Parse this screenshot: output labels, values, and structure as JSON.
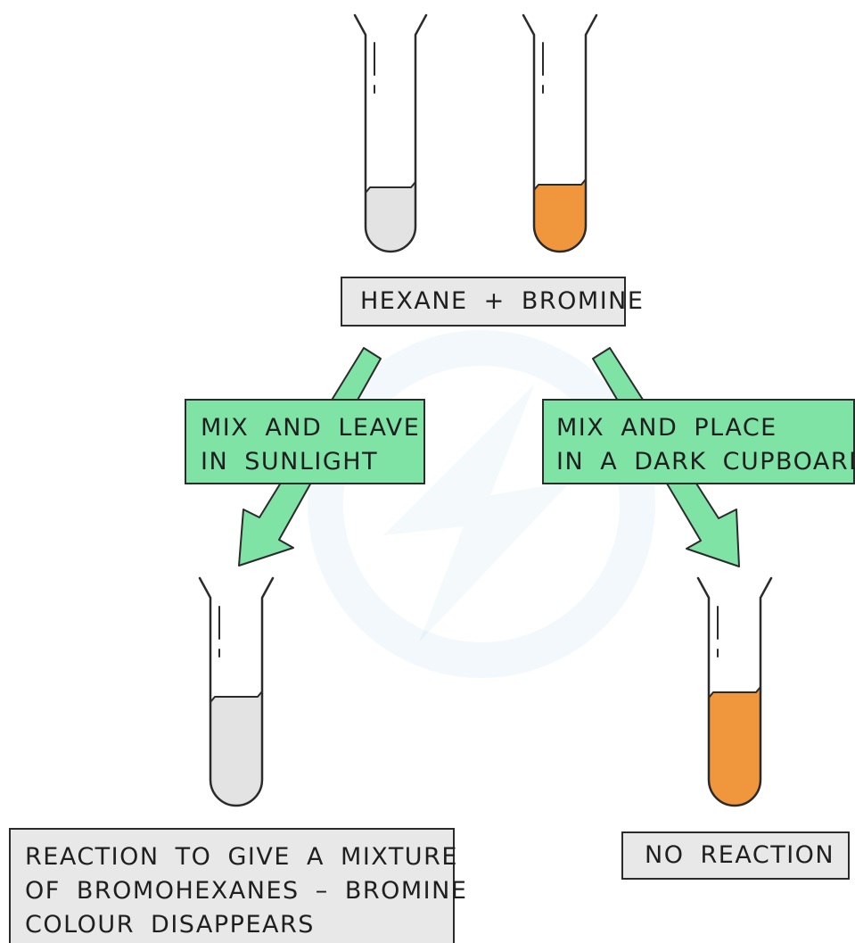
{
  "colors": {
    "outline": "#2b2b2b",
    "grey_liquid": "#e3e3e3",
    "orange_liquid": "#f0963c",
    "arrow_fill": "#7fe3a6",
    "label_grey": "#e8e8e8",
    "label_green": "#7fe3a6"
  },
  "start": {
    "label": "HEXANE + BROMINE",
    "tubes": [
      {
        "name": "hexane-tube",
        "liquid": "grey"
      },
      {
        "name": "bromine-tube",
        "liquid": "orange"
      }
    ]
  },
  "branches": {
    "left": {
      "condition_lines": [
        "MIX AND LEAVE",
        "IN SUNLIGHT"
      ],
      "result_lines": [
        "REACTION TO GIVE A MIXTURE",
        "OF BROMOHEXANES – BROMINE",
        "COLOUR DISAPPEARS"
      ],
      "tube_liquid": "grey"
    },
    "right": {
      "condition_lines": [
        "MIX AND PLACE",
        "IN A DARK CUPBOARD"
      ],
      "result_lines": [
        "NO REACTION"
      ],
      "tube_liquid": "orange"
    }
  }
}
